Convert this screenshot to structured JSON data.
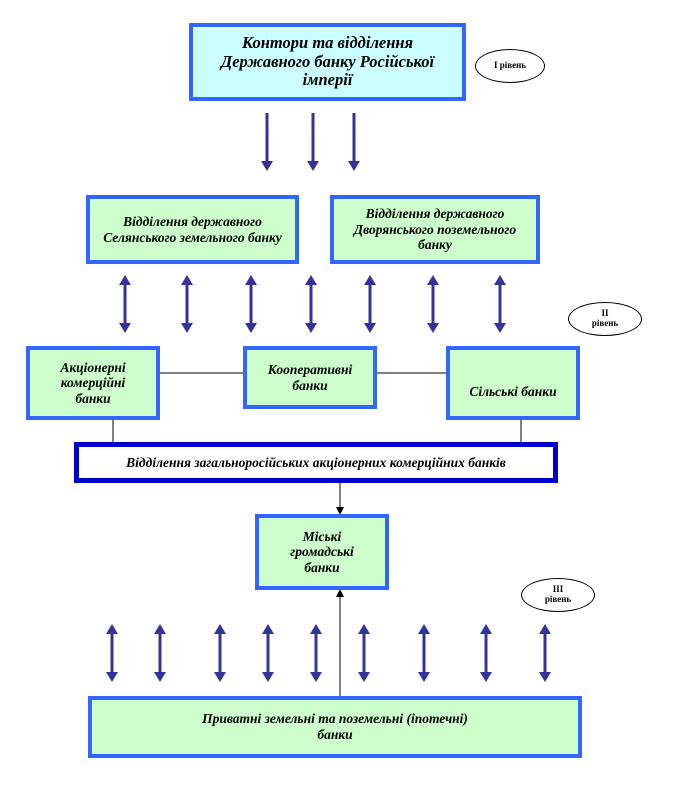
{
  "nodes": {
    "state_bank": "Контори та відділення Державного банку Російської імперії",
    "peasant_bank": "Відділення державного Селянського земельного банку",
    "noble_bank": "Відділення державного Дворянського поземельного банку",
    "joint_stock_banks": "Акціонерні комерційні банки",
    "cooperative_banks": "Кооперативні банки",
    "rural_banks": "Сільські банки",
    "all_russian_branches": "Відділення загальноросійських акціонерних комерційних банків",
    "city_public_banks": "Міські громадські банки",
    "private_land_banks": "Приватні земельні та поземельні (іпотечні) банки"
  },
  "levels": {
    "level1": "І рівень",
    "level2": "ІІ рівень",
    "level3": "ІІІ рівень"
  },
  "colors": {
    "box_fill": "#ccffcc",
    "top_box_fill": "#ccffff",
    "box_border": "#3366ff",
    "navy_border": "#0000cc",
    "arrow": "#333399"
  }
}
